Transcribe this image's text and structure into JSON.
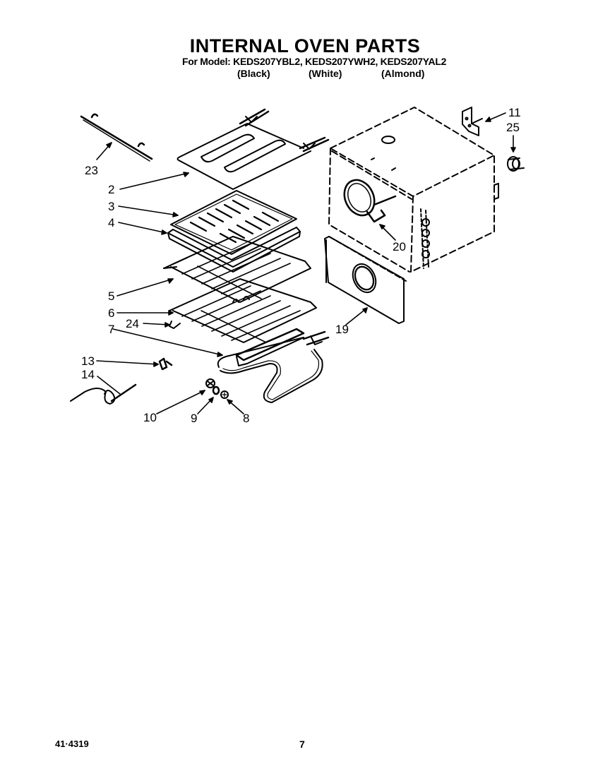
{
  "header": {
    "title": "INTERNAL OVEN PARTS",
    "model_line": "For Model: KEDS207YBL2, KEDS207YWH2, KEDS207YAL2",
    "colors": [
      "(Black)",
      "(White)",
      "(Almond)"
    ]
  },
  "callouts": [
    {
      "id": "23",
      "label": "23",
      "part": "bracket"
    },
    {
      "id": "2",
      "label": "2",
      "part": "broil-element"
    },
    {
      "id": "3",
      "label": "3",
      "part": "broiler-grid"
    },
    {
      "id": "4",
      "label": "4",
      "part": "broiler-pan"
    },
    {
      "id": "5",
      "label": "5",
      "part": "oven-rack-upper"
    },
    {
      "id": "6",
      "label": "6",
      "part": "oven-rack-lower"
    },
    {
      "id": "24",
      "label": "24",
      "part": "rack-stop"
    },
    {
      "id": "7",
      "label": "7",
      "part": "bake-element"
    },
    {
      "id": "13",
      "label": "13",
      "part": "sensor-clip"
    },
    {
      "id": "14",
      "label": "14",
      "part": "sensor-probe"
    },
    {
      "id": "10",
      "label": "10",
      "part": "bulb-socket"
    },
    {
      "id": "9",
      "label": "9",
      "part": "bulb"
    },
    {
      "id": "8",
      "label": "8",
      "part": "lens"
    },
    {
      "id": "11",
      "label": "11",
      "part": "hinge-bracket"
    },
    {
      "id": "25",
      "label": "25",
      "part": "clip"
    },
    {
      "id": "20",
      "label": "20",
      "part": "fan-ring"
    },
    {
      "id": "19",
      "label": "19",
      "part": "rear-panel"
    }
  ],
  "footer": {
    "doc_number": "41·4319",
    "page": "7"
  }
}
